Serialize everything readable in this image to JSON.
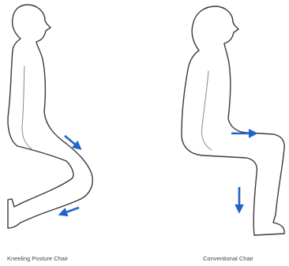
{
  "figures": [
    {
      "id": "kneeling",
      "caption": "Kneeling Posture Chair"
    },
    {
      "id": "conventional",
      "caption": "Conventional Chair"
    }
  ],
  "colors": {
    "outline": "#3a3a3a",
    "spine": "#8a8a8a",
    "arrow": "#1f64c8",
    "caption": "#444444"
  },
  "arrows": [
    {
      "figure": "kneeling",
      "direction": "down-right"
    },
    {
      "figure": "kneeling",
      "direction": "left"
    },
    {
      "figure": "conventional",
      "direction": "right"
    },
    {
      "figure": "conventional",
      "direction": "down"
    }
  ]
}
